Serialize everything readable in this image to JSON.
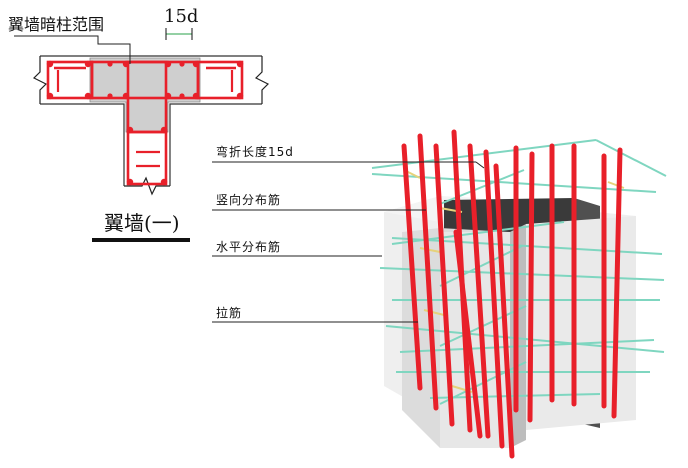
{
  "plan": {
    "range_label": "翼墙暗柱范围",
    "dimension_label": "15d",
    "title": "翼墙(一)"
  },
  "callouts": {
    "bend_length": "弯折长度15d",
    "vertical_bars": "竖向分布筋",
    "horizontal_bars": "水平分布筋",
    "tie_bars": "拉筋"
  },
  "colors": {
    "rebar": "#e8202a",
    "horizontal_rebar": "#7fd6c0",
    "tie": "#e6d27a",
    "concrete": "#e4e4e4",
    "core": "#2f2f2f",
    "section_fill": "#cfcfcf"
  }
}
